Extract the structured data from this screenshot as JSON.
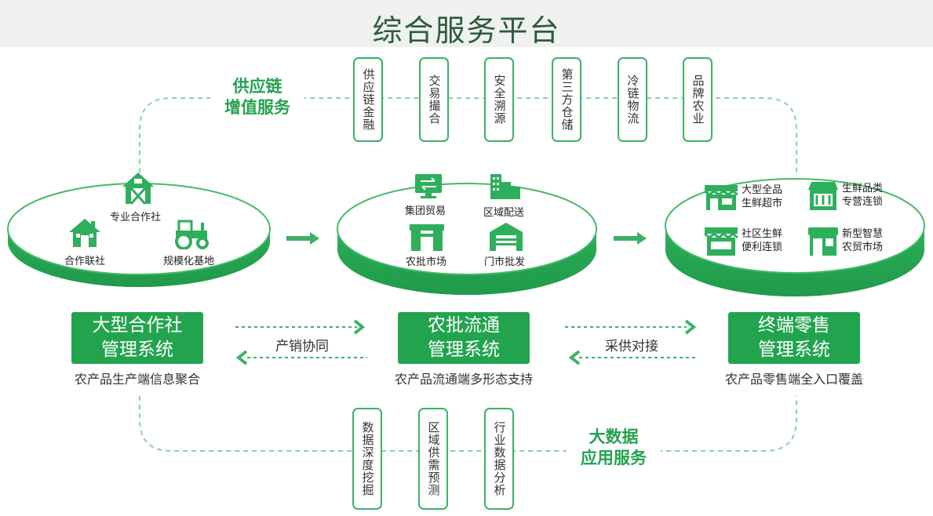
{
  "title": "综合服务平台",
  "supply_chain": {
    "label_line1": "供应链",
    "label_line2": "增值服务",
    "items": [
      "供应链金融",
      "交易撮合",
      "安全溯源",
      "第三方仓储",
      "冷链物流",
      "品牌农业"
    ]
  },
  "big_data": {
    "label_line1": "大数据",
    "label_line2": "应用服务",
    "items": [
      "数据深度挖掘",
      "区域供需预测",
      "行业数据分析"
    ]
  },
  "platforms": {
    "left": {
      "icons": [
        "专业合作社",
        "合作联社",
        "规模化基地"
      ],
      "box_line1": "大型合作社",
      "box_line2": "管理系统",
      "subtitle": "农产品生产端信息聚合"
    },
    "middle": {
      "icons": [
        "集团贸易",
        "区域配送",
        "农批市场",
        "门市批发"
      ],
      "box_line1": "农批流通",
      "box_line2": "管理系统",
      "subtitle": "农产品流通端多形态支持"
    },
    "right": {
      "icons": [
        {
          "line1": "大型全品",
          "line2": "生鲜超市"
        },
        {
          "line1": "生鲜品类",
          "line2": "专营连锁"
        },
        {
          "line1": "社区生鲜",
          "line2": "便利连锁"
        },
        {
          "line1": "新型智慧",
          "line2": "农贸市场"
        }
      ],
      "box_line1": "终端零售",
      "box_line2": "管理系统",
      "subtitle": "农产品零售端全入口覆盖"
    }
  },
  "flows": {
    "left_label": "产销协同",
    "right_label": "采供对接"
  },
  "colors": {
    "primary_green": "#22a44f",
    "light_green": "#3bb266",
    "title_green": "#2f5a3d"
  }
}
